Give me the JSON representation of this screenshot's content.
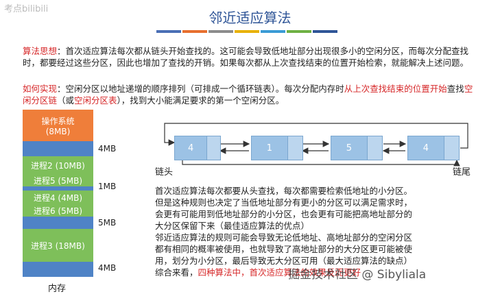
{
  "title": "邻近适应算法",
  "colors": [
    "#4a6fb5",
    "#e76f2e",
    "#8c8c8c",
    "#3a9bd5",
    "#6eb043",
    "#2f5597"
  ],
  "watermark_tl": "考点bilibili",
  "p1_label": "算法思想",
  "p1_text": "：首次适应算法每次都从链头开始查找的。这可能会导致低地址部分出现很多小的空闲分区，而每次分配查找时，都要经过这些分区，因此也增加了查找的开销。如果每次都从上次查找结束的位置开始检索，就能解决上述问题。",
  "p2_label": "如何实现",
  "p2_a": "：空闲分区以地址递增的顺序排列（可排成一个循环链表）。每次分配内存时",
  "p2_b": "从上次查找结束的位置开始",
  "p2_c": "查找",
  "p2_d": "空闲分区链",
  "p2_e": "（或",
  "p2_f": "空闲分区表",
  "p2_g": "），找到大小能满足要求的第一个空闲分区。",
  "memory": {
    "os_label": "操作系统",
    "os_size": "(8MB)",
    "p2": "进程2 (10MB)",
    "p5": "进程5 (5MB)",
    "p4": "进程4 (4MB)",
    "p6": "进程6 (5MB)",
    "p3": "进程3 (18MB)",
    "label": "内存",
    "free1": "4MB",
    "free2": "1MB",
    "free3": "5MB",
    "free4": "4MB"
  },
  "chain": {
    "nodes": [
      "4",
      "1",
      "5",
      "4"
    ],
    "head": "链头",
    "tail": "链尾"
  },
  "text_lines": [
    "首次适应算法每次都要从头查找，每次都需要检索低地址的小分区。",
    "但是这种规则也决定了当低地址部分有更小的分区可以满足需求时，",
    "会更有可能用到低地址部分的小分区，也会更有可能把高地址部分的",
    "大分区保留下来（最佳适应算法的优点）",
    "邻近适应算法的规则可能会导致无论低地址、高地址部分的空闲分区",
    "都有相同的概率被使用，也就导致了高地址部分的大分区更可能被使",
    "用，划分为小分区，最后导致无大分区可用（最大适应算法的缺点）"
  ],
  "conclusion_a": "综合来看，",
  "conclusion_b": "四种算法中，首次适应算法的效果反而更好",
  "watermark": "掘金技术社区 @ Sibyliala"
}
